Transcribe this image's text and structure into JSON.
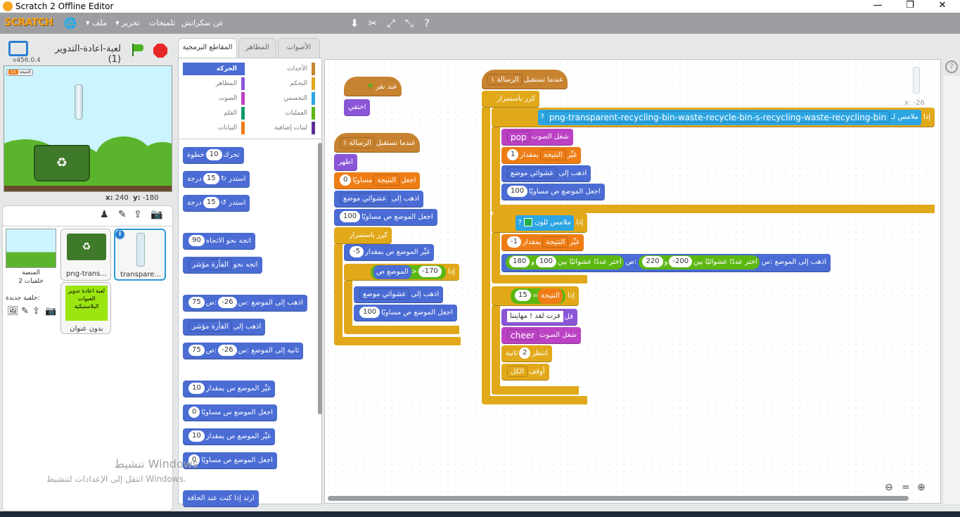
{
  "window": {
    "title": "Scratch 2 Offline Editor"
  },
  "menu": {
    "about": "عن سكراتش",
    "tips": "تلميحات",
    "edit": "تحرير",
    "file": "ملف",
    "logo": "SCRATCH"
  },
  "stage": {
    "project_name": "لعبة-اعادة-التدوير (1)",
    "version": "v456.0.4",
    "var_label": "النتيجة",
    "var_value": "15",
    "x_label": "x:",
    "x_value": "240",
    "y_label": "y:",
    "y_value": "-180"
  },
  "sprites": {
    "stage_label": "المنصة",
    "backdrops": "2 خلفيات",
    "new_backdrop": "خلفية جديدة:",
    "items": [
      {
        "name": "png-trans..."
      },
      {
        "name": "transpare..."
      },
      {
        "name": "بدون عنوان",
        "poster_text": "لعبة اعادة تدوير العبوات البلاستيكية"
      }
    ]
  },
  "tabs": {
    "scripts": "المقاطع البرمجية",
    "costumes": "المظاهر",
    "sounds": "الأصوات"
  },
  "categories": [
    {
      "label": "الحركة",
      "color": "#4a6cd4"
    },
    {
      "label": "الأحداث",
      "color": "#c88330"
    },
    {
      "label": "المظاهر",
      "color": "#8a55d7"
    },
    {
      "label": "التحكم",
      "color": "#e1a91a"
    },
    {
      "label": "الصوت",
      "color": "#bb42c3"
    },
    {
      "label": "التحسس",
      "color": "#2ca5e2"
    },
    {
      "label": "القلم",
      "color": "#0e9a6c"
    },
    {
      "label": "العمليات",
      "color": "#5cb712"
    },
    {
      "label": "البيانات",
      "color": "#ee7d16"
    },
    {
      "label": "لبنات إضافية",
      "color": "#632d99"
    }
  ],
  "palette": {
    "move": {
      "pre": "تحرك",
      "val": "10",
      "post": "خطوة"
    },
    "turn_right": {
      "pre": "استدر",
      "val": "15",
      "post": "درجة"
    },
    "turn_left": {
      "pre": "استدر",
      "val": "15",
      "post": "درجة"
    },
    "point_dir": {
      "pre": "اتجه نحو الاتجاه",
      "val": "90"
    },
    "point_towards": {
      "pre": "اتجه نحو",
      "val": "الفأرة مؤشر"
    },
    "goto_xy": {
      "pre": "اذهب إلى الموضع :س",
      "x": "75",
      "mid": ":ص",
      "y": "-26"
    },
    "goto": {
      "pre": "اذهب إلى",
      "val": "الفأرة مؤشر"
    },
    "glide": {
      "pre": "ثانية إلى الموضع :س",
      "x": "75",
      "mid": ":ص",
      "y": "-26"
    },
    "change_x": {
      "pre": "غيِّر الموضع س بمقدار",
      "val": "10"
    },
    "set_x": {
      "pre": "اجعل الموضع س مساويًا",
      "val": "0"
    },
    "change_y": {
      "pre": "غيِّر الموضع ص بمقدار",
      "val": "10"
    },
    "set_y": {
      "pre": "اجعل الموضع ص مساويًا",
      "val": "0"
    },
    "bounce": "ارتد إذا كنت عند الحافة"
  },
  "watermark": {
    "line1": "تنشيط Windows",
    "line2": "انتقل إلى الإعدادات لتنشيط Windows."
  },
  "script1": {
    "hat": "عند نقر",
    "hide": "اختفي"
  },
  "script2": {
    "hat": "عندما تستقبل",
    "msg": "الرسالة ١",
    "show": "اظهر",
    "set_var": "اجعل",
    "var": "النتيجة",
    "set_to": "مساويًا",
    "set_val": "0",
    "goto": "اذهب إلى",
    "goto_val": "عشوائي موضع",
    "set_y": "اجعل الموضع ص مساويًا",
    "set_y_val": "100",
    "forever": "كرر باستمرار",
    "change_y": "غيِّر الموضع ص بمقدار",
    "change_y_val": "-5",
    "if": "إذا",
    "ypos": "الموضع ص",
    "lt": "<",
    "lt_val": "-170",
    "goto2": "اذهب إلى",
    "goto2_val": "عشوائي موضع",
    "set_y2": "اجعل الموضع ص مساويًا",
    "set_y2_val": "100"
  },
  "script3": {
    "hat": "عندما تستقبل",
    "msg": "الرسالة ١",
    "forever": "كرر باستمرار",
    "if1": "إذا",
    "touching": "ملامس لـ",
    "touch_target": "png-transparent-recycling-bin-waste-recycle-bin-s-recycling-waste-recycling-bin",
    "play": "شغل الصوت",
    "sound1": "pop",
    "change": "غيِّر",
    "var": "النتيجة",
    "by": "بمقدار",
    "by_val1": "1",
    "goto": "اذهب إلى",
    "goto_val": "عشوائي موضع",
    "set_y": "اجعل الموضع ص مساويًا",
    "set_y_val": "100",
    "if2": "إذا",
    "touch_color": "ملامس للون",
    "by_val2": "-1",
    "goto_xy": "اذهب إلى الموضع :س",
    "rand1": "اختر عددًا عشوائيًا بين",
    "r1a": "-200",
    "r1b": "220",
    "and": "و",
    "y_lbl": ":ص",
    "rand2": "اختر عددًا عشوائيًا بين",
    "r2a": "100",
    "r2b": "180",
    "if3": "إذا",
    "eq": "=",
    "eq_val": "15",
    "say": "قل",
    "say_val": "فزت لقد ! مهايتنا",
    "sound2": "cheer",
    "wait": "انتظر",
    "wait_val": "2",
    "seconds": "ثانية",
    "stop": "أوقف",
    "stop_val": "الكل"
  },
  "misc": {
    "xy_readout": "x: -26"
  }
}
